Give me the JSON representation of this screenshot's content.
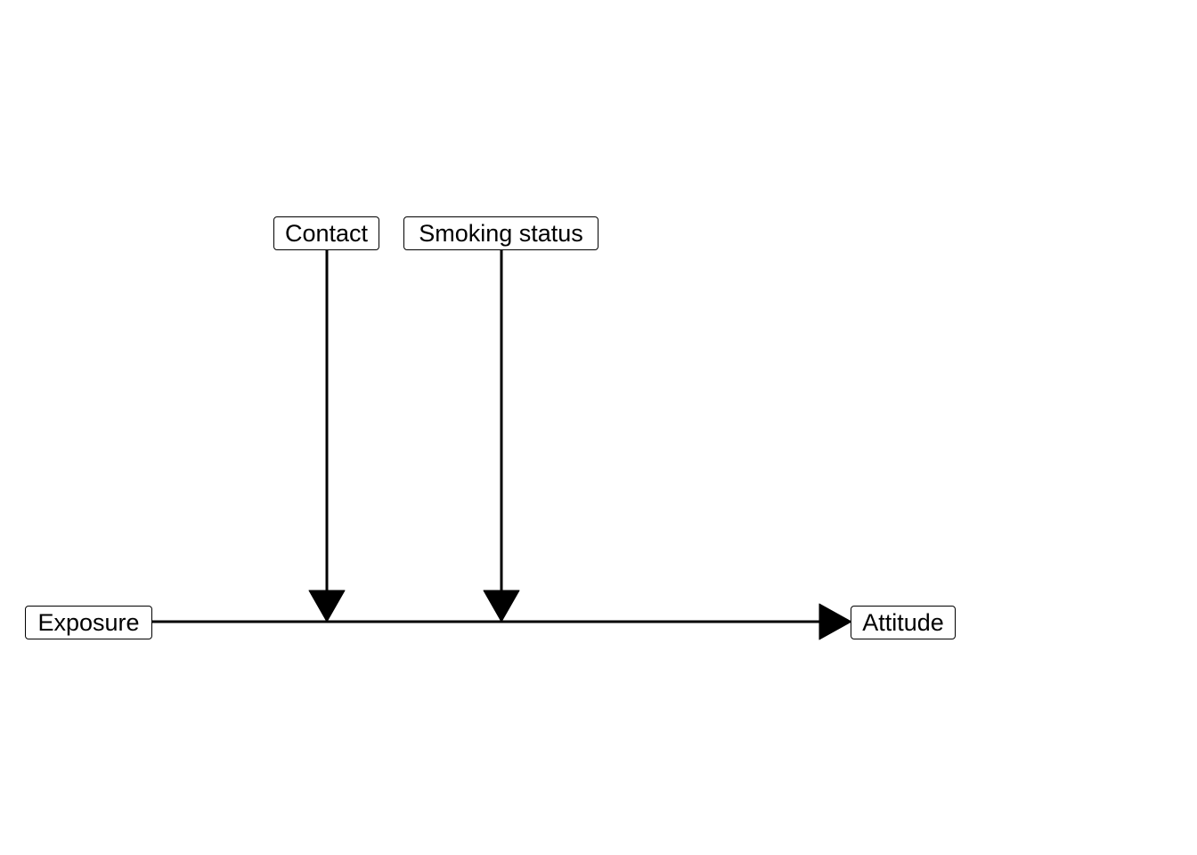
{
  "diagram": {
    "nodes": {
      "contact": "Contact",
      "smoking_status": "Smoking status",
      "exposure": "Exposure",
      "attitude": "Attitude"
    },
    "edges": [
      {
        "from": "exposure",
        "to": "attitude",
        "kind": "direct-effect"
      },
      {
        "from": "contact",
        "to": "exposure-attitude-path",
        "kind": "moderator"
      },
      {
        "from": "smoking_status",
        "to": "exposure-attitude-path",
        "kind": "moderator"
      }
    ],
    "line_color": "#000000"
  }
}
